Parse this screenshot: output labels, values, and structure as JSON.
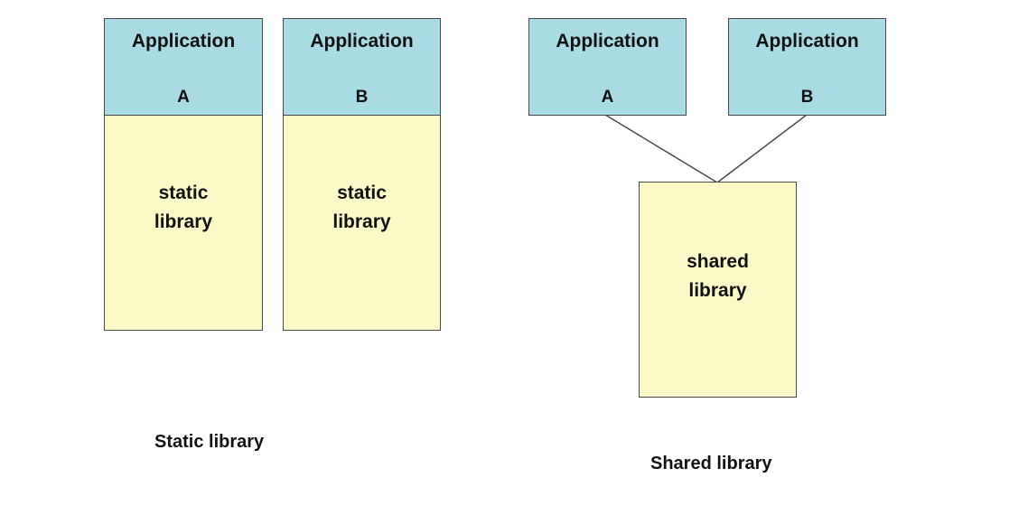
{
  "static_section": {
    "caption": "Static library",
    "stacks": [
      {
        "app_title": "Application",
        "app_letter": "A",
        "lib_line1": "static",
        "lib_line2": "library"
      },
      {
        "app_title": "Application",
        "app_letter": "B",
        "lib_line1": "static",
        "lib_line2": "library"
      }
    ]
  },
  "shared_section": {
    "caption": "Shared library",
    "apps": [
      {
        "title": "Application",
        "letter": "A"
      },
      {
        "title": "Application",
        "letter": "B"
      }
    ],
    "library": {
      "line1": "shared",
      "line2": "library"
    }
  },
  "colors": {
    "application_fill": "#a9dbe4",
    "library_fill": "#fbf9c8",
    "border": "#4a4a4a"
  }
}
